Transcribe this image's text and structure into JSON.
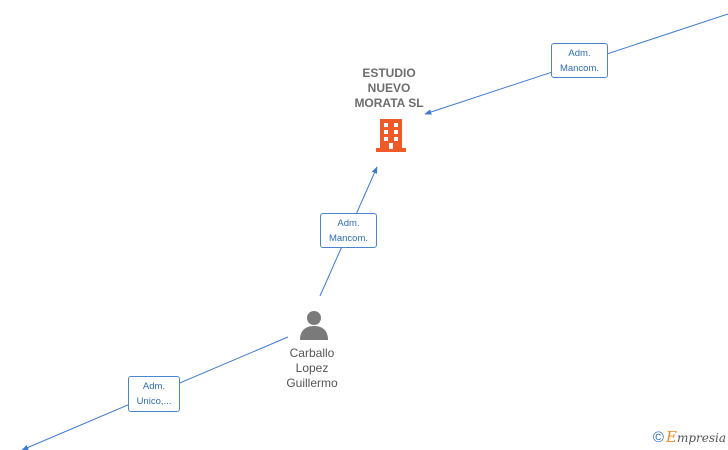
{
  "company": {
    "name": "ESTUDIO\nNUEVO\nMORATA  SL",
    "icon": "building-icon",
    "color": "#f05a28"
  },
  "person": {
    "name": "Carballo\nLopez\nGuillermo",
    "icon": "person-icon",
    "color": "#7a7a7a"
  },
  "edges": [
    {
      "label": "Adm.\nMancom."
    },
    {
      "label": "Adm.\nMancom."
    },
    {
      "label": "Adm.\nUnico,..."
    }
  ],
  "branding": {
    "copyright": "©",
    "initial": "E",
    "rest": "mpresia"
  },
  "colors": {
    "edge": "#3d7bd0",
    "label_border": "#4a86d0"
  }
}
